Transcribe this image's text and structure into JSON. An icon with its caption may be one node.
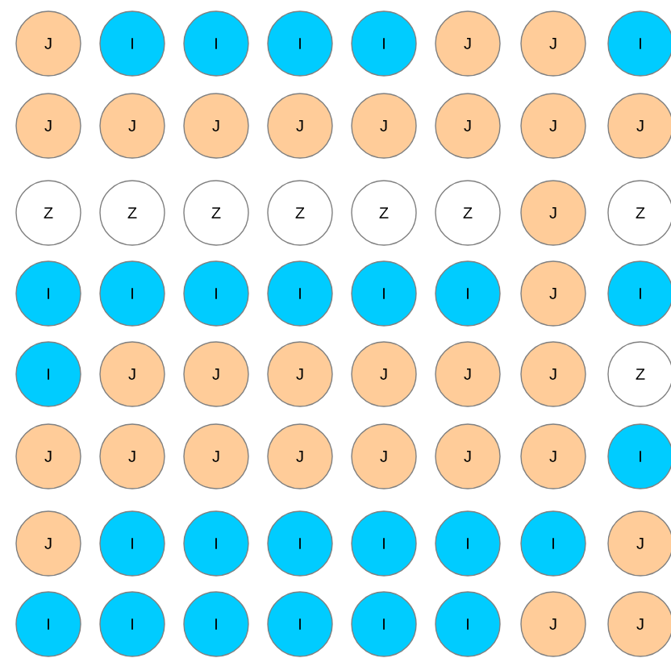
{
  "diagram": {
    "nodes": [
      {
        "text": [
          "J"
        ]
      },
      {
        "text": [
          "I"
        ]
      },
      {
        "text": [
          "I"
        ]
      },
      {
        "text": [
          "I"
        ]
      },
      {
        "text": [
          "I"
        ]
      },
      {
        "text": [
          "J"
        ]
      },
      {
        "text": [
          "J"
        ]
      },
      {
        "text": [
          "I"
        ]
      },
      {
        "text": [
          "J"
        ]
      },
      {
        "text": [
          "J"
        ]
      },
      {
        "text": [
          "J"
        ]
      },
      {
        "text": [
          "J"
        ]
      },
      {
        "text": [
          "J"
        ]
      },
      {
        "text": [
          "J"
        ]
      },
      {
        "text": [
          "J"
        ]
      },
      {
        "text": [
          "J"
        ]
      },
      {
        "text": [
          "Z"
        ]
      },
      {
        "text": [
          "Z"
        ]
      },
      {
        "text": [
          "Z"
        ]
      },
      {
        "text": [
          "Z"
        ]
      },
      {
        "text": [
          "Z"
        ]
      },
      {
        "text": [
          "Z"
        ]
      },
      {
        "text": [
          "J"
        ]
      },
      {
        "text": [
          "Z"
        ]
      },
      {
        "text": [
          "I"
        ]
      },
      {
        "text": [
          "I"
        ]
      },
      {
        "text": [
          "I"
        ]
      },
      {
        "text": [
          "I"
        ]
      },
      {
        "text": [
          "I"
        ]
      },
      {
        "text": [
          "I"
        ]
      },
      {
        "text": [
          "J"
        ]
      },
      {
        "text": [
          "I"
        ]
      },
      {
        "text": [
          "I"
        ]
      },
      {
        "text": [
          "J"
        ]
      },
      {
        "text": [
          "J"
        ]
      },
      {
        "text": [
          "J"
        ]
      },
      {
        "text": [
          "J"
        ]
      },
      {
        "text": [
          "J"
        ]
      },
      {
        "text": [
          "J"
        ]
      },
      {
        "text": [
          "Z"
        ]
      },
      {
        "text": [
          "J"
        ]
      },
      {
        "text": [
          "J"
        ]
      },
      {
        "text": [
          "J"
        ]
      },
      {
        "text": [
          "J"
        ]
      },
      {
        "text": [
          "J"
        ]
      },
      {
        "text": [
          "J"
        ]
      },
      {
        "text": [
          "J"
        ]
      },
      {
        "text": [
          "I"
        ]
      },
      {
        "text": [
          "J"
        ]
      },
      {
        "text": [
          "I"
        ]
      },
      {
        "text": [
          "I"
        ]
      },
      {
        "text": [
          "I"
        ]
      },
      {
        "text": [
          "I"
        ]
      },
      {
        "text": [
          "I"
        ]
      },
      {
        "text": [
          "I"
        ]
      },
      {
        "text": [
          "J"
        ]
      },
      {
        "text": [
          "I"
        ]
      },
      {
        "text": [
          "I"
        ]
      },
      {
        "text": [
          "I"
        ]
      },
      {
        "text": [
          "I"
        ]
      },
      {
        "text": [
          "I"
        ]
      },
      {
        "text": [
          "I"
        ]
      },
      {
        "text": [
          "J"
        ]
      },
      {
        "text": [
          "J"
        ]
      }
    ]
  }
}
